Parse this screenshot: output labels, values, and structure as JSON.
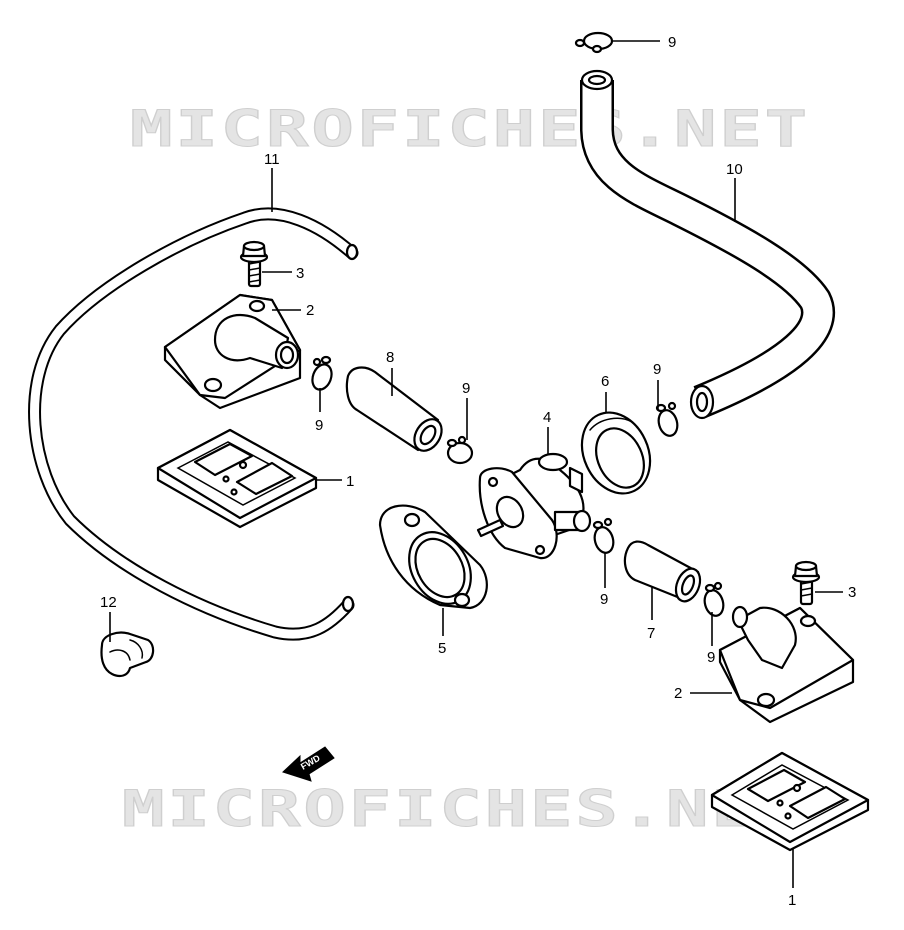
{
  "watermark": "MICROFICHES.NET",
  "direction_label": "FWD",
  "callouts": {
    "c1_upper": "1",
    "c1_lower": "1",
    "c2_upper": "2",
    "c2_lower": "2",
    "c3_upper": "3",
    "c3_lower": "3",
    "c4": "4",
    "c5": "5",
    "c6": "6",
    "c7": "7",
    "c8": "8",
    "c9_top": "9",
    "c9_a": "9",
    "c9_b": "9",
    "c9_c": "9",
    "c9_d": "9",
    "c9_e": "9",
    "c10": "10",
    "c11": "11",
    "c12": "12"
  }
}
